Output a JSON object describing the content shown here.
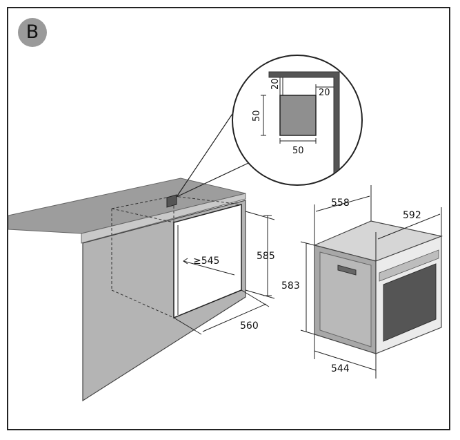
{
  "badge": "B",
  "detail": {
    "top_left": "20",
    "top_right": "20",
    "left": "50",
    "bottom": "50"
  },
  "cabinet": {
    "height": "585",
    "depth": "560",
    "inner_depth": "≥545"
  },
  "oven": {
    "width_top": "558",
    "depth_top": "592",
    "height": "583",
    "width_bottom": "544"
  },
  "colors": {
    "counter": "#9d9d9d",
    "cabinet": "#b4b4b4",
    "oven_side": "#a8a8a8",
    "oven_top": "#d6d6d6"
  }
}
